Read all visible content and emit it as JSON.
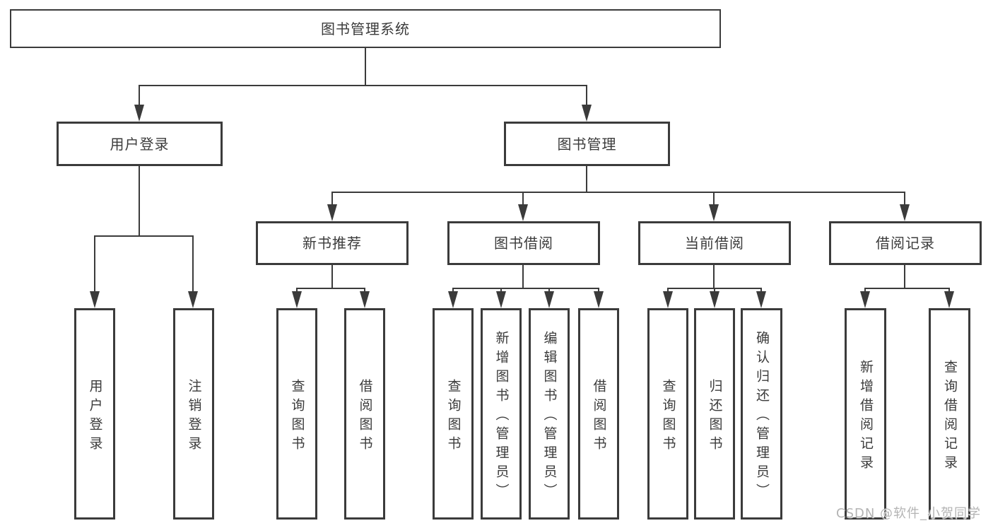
{
  "title": "图书管理系统",
  "watermark": "CSDN @软件_小贺同学",
  "colors": {
    "line": "#3b3b3b",
    "text": "#3b3b3b",
    "watermark": "#b4b4b4",
    "background": "#ffffff"
  },
  "nodes": {
    "root": {
      "label": "图书管理系统"
    },
    "user_login": {
      "label": "用户登录"
    },
    "book_mgmt": {
      "label": "图书管理"
    },
    "new_books": {
      "label": "新书推荐"
    },
    "book_borrow": {
      "label": "图书借阅"
    },
    "current_borrow": {
      "label": "当前借阅"
    },
    "borrow_records": {
      "label": "借阅记录"
    }
  },
  "leaves": {
    "user_login_leaf": "用户登录",
    "logout": "注销登录",
    "nb_query": "查询图书",
    "nb_borrow": "借阅图书",
    "bb_query": "查询图书",
    "bb_add": "新增图书（管理员）",
    "bb_edit": "编辑图书（管理员）",
    "bb_borrow": "借阅图书",
    "cb_query": "查询图书",
    "cb_return": "归还图书",
    "cb_confirm": "确认归还（管理员）",
    "br_add": "新增借阅记录",
    "br_query": "查询借阅记录"
  }
}
